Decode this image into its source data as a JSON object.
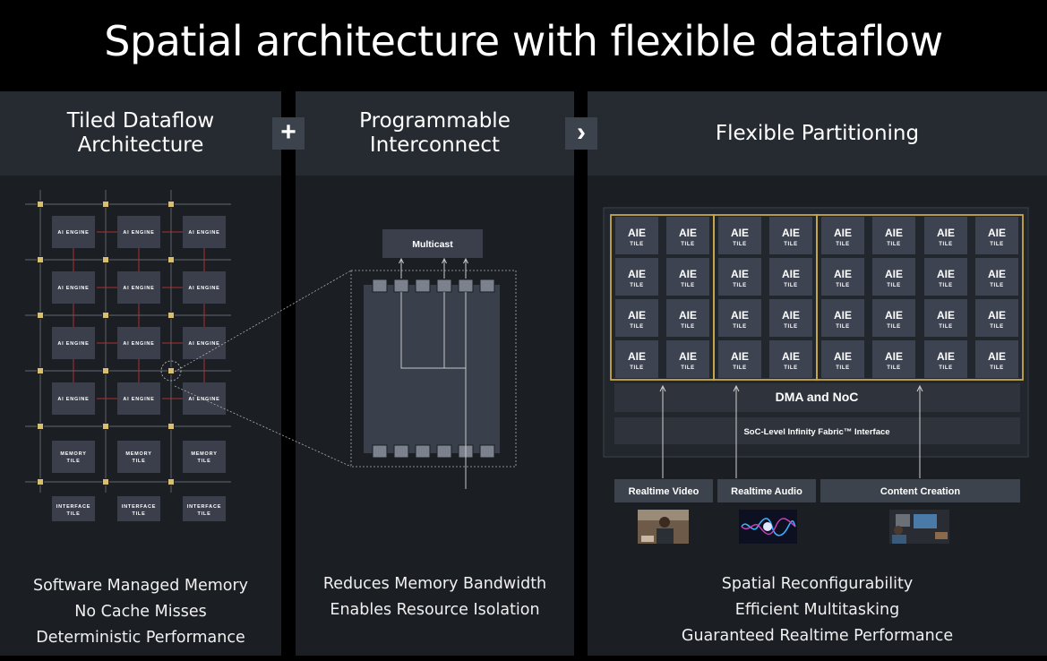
{
  "title": "Spatial architecture with flexible dataflow",
  "panels": [
    {
      "heading": "Tiled Dataflow\nArchitecture",
      "footer": [
        "Software Managed Memory",
        "No Cache Misses",
        "Deterministic Performance"
      ],
      "engine_label": "AI ENGINE",
      "memory_label": [
        "MEMORY",
        "TILE"
      ],
      "interface_label": [
        "INTERFACE",
        "TILE"
      ]
    },
    {
      "heading": "Programmable\nInterconnect",
      "footer": [
        "Reduces Memory Bandwidth",
        "Enables Resource Isolation"
      ],
      "multicast_label": "Multicast"
    },
    {
      "heading": "Flexible Partitioning",
      "footer": [
        "Spatial Reconfigurability",
        "Efficient Multitasking",
        "Guaranteed Realtime Performance"
      ],
      "tile_label": [
        "AIE",
        "TILE"
      ],
      "dma_label": "DMA and NoC",
      "soc_label": "SoC-Level Infinity Fabric™ Interface",
      "sources": [
        "Realtime Video",
        "Realtime Audio",
        "Content Creation"
      ]
    }
  ],
  "connectors": [
    "+",
    "›"
  ],
  "colors": {
    "partition": "#c8a84a",
    "tile": "#3d4350",
    "panel": "#1b1e23",
    "header": "#262a31",
    "arrow": "#b03030"
  }
}
